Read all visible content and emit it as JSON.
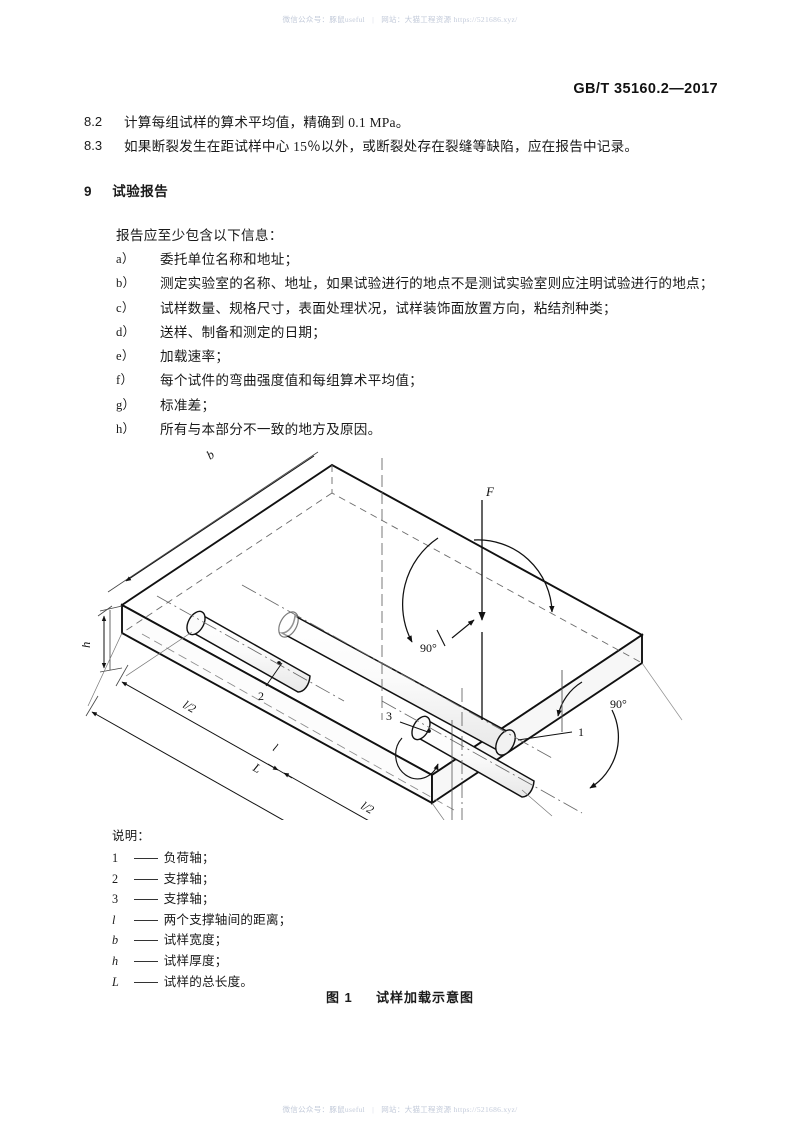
{
  "watermark": {
    "wechat_label": "微信公众号：豚鼠useful",
    "separator": "|",
    "site_label": "网站：大猫工程资源",
    "url": "https://521686.xyz/"
  },
  "header": {
    "standard_number": "GB/T 35160.2—2017"
  },
  "clauses": [
    {
      "number": "8.2",
      "text": "计算每组试样的算术平均值，精确到 0.1 MPa。"
    },
    {
      "number": "8.3",
      "text": "如果断裂发生在距试样中心 15％以外，或断裂处存在裂缝等缺陷，应在报告中记录。"
    }
  ],
  "section": {
    "number": "9",
    "title": "试验报告",
    "intro": "报告应至少包含以下信息：",
    "items": [
      {
        "marker": "a）",
        "text": "委托单位名称和地址；"
      },
      {
        "marker": "b）",
        "text": "测定实验室的名称、地址，如果试验进行的地点不是测试实验室则应注明试验进行的地点；"
      },
      {
        "marker": "c）",
        "text": "试样数量、规格尺寸，表面处理状况，试样装饰面放置方向，粘结剂种类；"
      },
      {
        "marker": "d）",
        "text": "送样、制备和测定的日期；"
      },
      {
        "marker": "e）",
        "text": "加载速率；"
      },
      {
        "marker": "f）",
        "text": "每个试件的弯曲强度值和每组算术平均值；"
      },
      {
        "marker": "g）",
        "text": "标准差；"
      },
      {
        "marker": "h）",
        "text": "所有与本部分不一致的地方及原因。"
      }
    ]
  },
  "figure": {
    "labels": {
      "force": "F",
      "angle_top": "90°",
      "angle_bottom": "90°",
      "callout_1": "1",
      "callout_2": "2",
      "callout_3": "3",
      "dim_b": "b",
      "dim_h": "h",
      "dim_half_l_left": "l/2",
      "dim_half_l_right": "l/2",
      "dim_l": "l",
      "dim_L": "L"
    },
    "legend_title": "说明：",
    "legend": [
      {
        "key": "1",
        "italic": false,
        "desc": "负荷轴；"
      },
      {
        "key": "2",
        "italic": false,
        "desc": "支撑轴；"
      },
      {
        "key": "3",
        "italic": false,
        "desc": "支撑轴；"
      },
      {
        "key": "l",
        "italic": true,
        "desc": "两个支撑轴间的距离；"
      },
      {
        "key": "b",
        "italic": true,
        "desc": "试样宽度；"
      },
      {
        "key": "h",
        "italic": true,
        "desc": "试样厚度；"
      },
      {
        "key": "L",
        "italic": true,
        "desc": "试样的总长度。"
      }
    ],
    "caption_label": "图 1",
    "caption_title": "试样加载示意图"
  }
}
